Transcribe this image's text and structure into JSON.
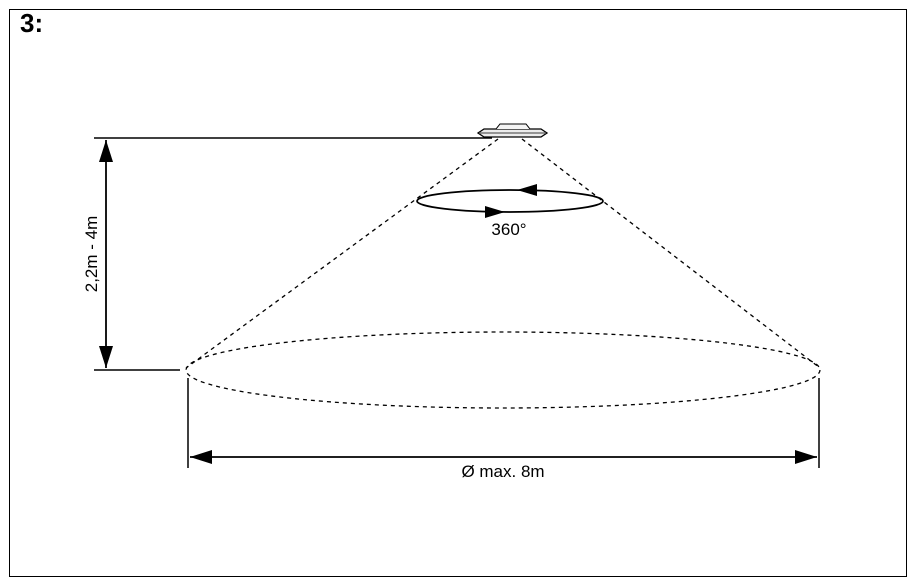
{
  "step_label": "3:",
  "rotation_label": "360°",
  "height_label": "2,2m - 4m",
  "diameter_label": "Ø max. 8m",
  "colors": {
    "line": "#000000",
    "sensor_fill": "#e6e6e6",
    "background": "#ffffff"
  }
}
